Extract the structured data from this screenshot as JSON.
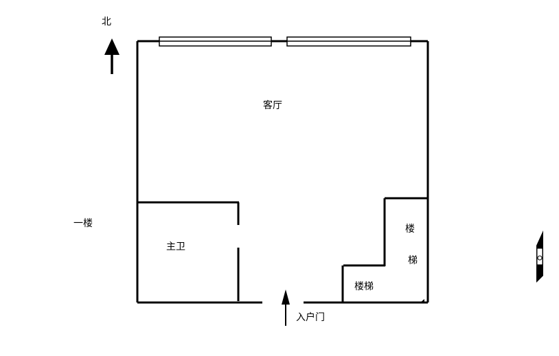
{
  "compass": {
    "label": "北",
    "icon": "north-arrow-icon"
  },
  "floor_label": "一楼",
  "rooms": {
    "living_room": "客厅",
    "master_bath": "主卫",
    "stairs_lower": "楼梯",
    "stairs_char_1": "楼",
    "stairs_char_2": "梯"
  },
  "entrance": {
    "label": "入户门",
    "icon": "entry-arrow-icon"
  },
  "colors": {
    "wall": "#000000",
    "background": "#ffffff"
  }
}
